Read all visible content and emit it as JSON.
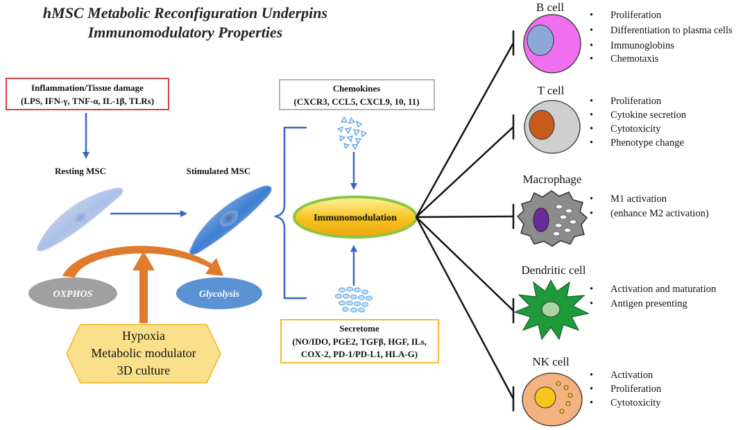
{
  "title": {
    "line1": "hMSC Metabolic Reconfiguration Underpins",
    "line2": "Immunomodulatory Properties"
  },
  "inflammation": {
    "heading": "Inflammation/Tissue damage",
    "detail": "(LPS, IFN-γ, TNF-α, IL-1β, TLRs)"
  },
  "resting_msc": "Resting MSC",
  "stimulated_msc": "Stimulated MSC",
  "oxphos": "OXPHOS",
  "glycolysis": "Glycolysis",
  "hypoxia": {
    "line1": "Hypoxia",
    "line2": "Metabolic modulator",
    "line3": "3D culture"
  },
  "chemokines": {
    "heading": "Chemokines",
    "detail": "(CXCR3, CCL5, CXCL9, 10, 11)"
  },
  "immunomodulation": "Immunomodulation",
  "secretome": {
    "heading": "Secretome",
    "line1": "(NO/IDO, PGE2, TGFβ, HGF, ILs,",
    "line2": "COX-2, PD-1/PD-L1, HLA-G)"
  },
  "bullet_char": "•",
  "cells": [
    {
      "name": "B cell",
      "effects": [
        "Proliferation",
        "Differentiation to plasma cells",
        "Immunoglobins",
        "Chemotaxis"
      ]
    },
    {
      "name": "T cell",
      "effects": [
        "Proliferation",
        "Cytokine secretion",
        "Cytotoxicity",
        "Phenotype change"
      ]
    },
    {
      "name": "Macrophage",
      "effects": [
        "M1 activation",
        "(enhance M2 activation)"
      ]
    },
    {
      "name": "Dendritic cell",
      "effects": [
        "Activation and maturation",
        "Antigen presenting"
      ]
    },
    {
      "name": "NK cell",
      "effects": [
        "Activation",
        "Proliferation",
        "Cytotoxicity"
      ]
    }
  ],
  "colors": {
    "arrow_blue": "#3a66c4",
    "orange_arrow": "#e07a2c",
    "inflammation_border": "#d42a2a",
    "secretome_border": "#f2b21c",
    "hexagon_fill": "#fbe08c",
    "bcell_fill": "#f06ef0",
    "tcell_fill": "#cfcfcf",
    "macrophage_fill": "#8c8c8c",
    "dendritic_fill": "#1f9a3a",
    "nk_fill": "#f3b27f"
  }
}
